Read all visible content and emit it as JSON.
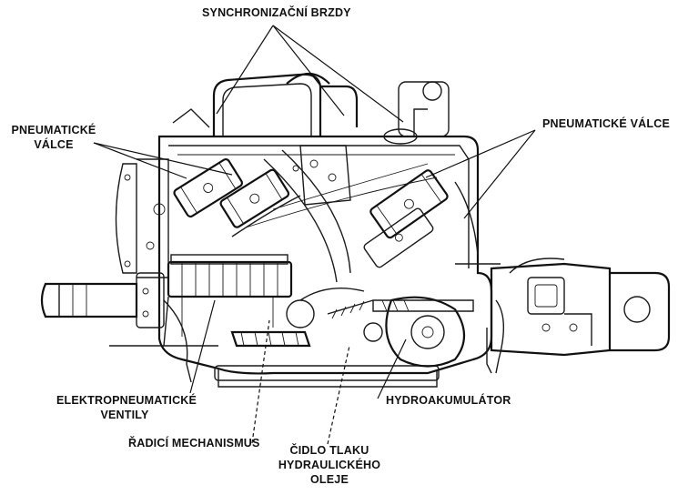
{
  "diagram": {
    "labels": {
      "synchronizacni_brzdy": "SYNCHRONIZAČNÍ BRZDY",
      "pneumaticke_valce_left_line1": "PNEUMATICKÉ",
      "pneumaticke_valce_left_line2": "VÁLCE",
      "pneumaticke_valce_right": "PNEUMATICKÉ VÁLCE",
      "elektropneumaticke_line1": "ELEKTROPNEUMATICKÉ",
      "elektropneumaticke_line2": "VENTILY",
      "hydroakumulator": "HYDROAKUMULÁTOR",
      "radici_mechanismus": "ŘADICÍ MECHANISMUS",
      "cidlo_line1": "ČIDLO TLAKU",
      "cidlo_line2": "HYDRAULICKÉHO",
      "cidlo_line3": "OLEJE"
    }
  }
}
